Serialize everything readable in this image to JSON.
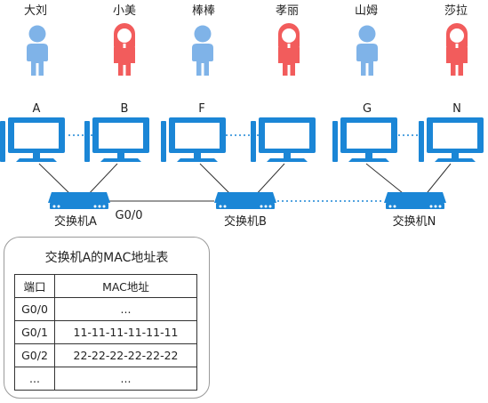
{
  "people": [
    {
      "name": "大刘",
      "gender": "male"
    },
    {
      "name": "小美",
      "gender": "female"
    },
    {
      "name": "棒棒",
      "gender": "male"
    },
    {
      "name": "孝丽",
      "gender": "female"
    },
    {
      "name": "山姆",
      "gender": "male"
    },
    {
      "name": "莎拉",
      "gender": "female"
    }
  ],
  "computers": [
    "A",
    "B",
    "F",
    "G",
    "N"
  ],
  "switches": [
    "交换机A",
    "交换机B",
    "交换机N"
  ],
  "port_label": "G0/0",
  "table": {
    "title": "交换机A的MAC地址表",
    "headers": {
      "port": "端口",
      "mac": "MAC地址"
    },
    "rows": [
      {
        "port": "G0/0",
        "mac": "..."
      },
      {
        "port": "G0/1",
        "mac": "11-11-11-11-11-11"
      },
      {
        "port": "G0/2",
        "mac": "22-22-22-22-22-22"
      },
      {
        "port": "...",
        "mac": "..."
      }
    ]
  },
  "colors": {
    "male": "#7fb3e8",
    "female": "#f25c5c",
    "computer": "#1b86d6",
    "switch": "#1b86d6",
    "link_dotted": "#1b86d6",
    "link_solid": "#333333"
  }
}
